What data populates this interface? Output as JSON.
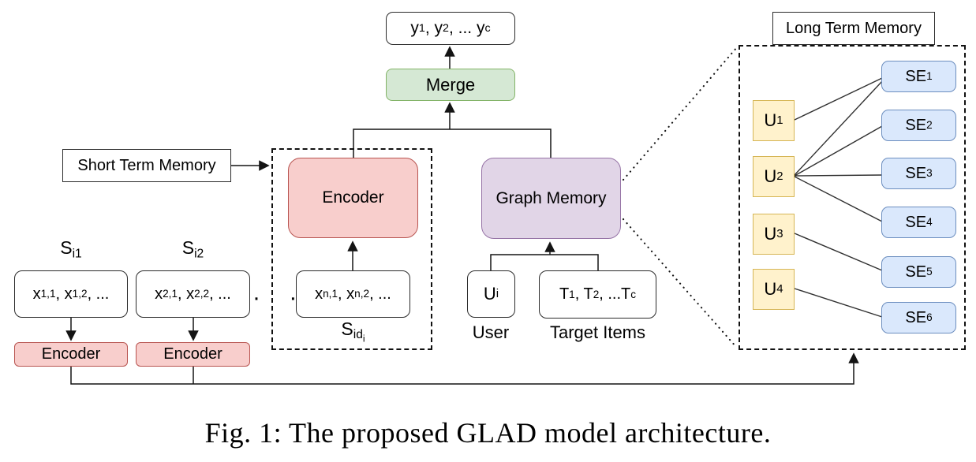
{
  "figure": {
    "caption": "Fig. 1: The proposed GLAD model architecture.",
    "output_box": "y<sub>1</sub>, y<sub>2</sub>, ... y<sub>c</sub>",
    "merge": "Merge",
    "short_term_memory": {
      "label": "Short Term Memory",
      "encoder": "Encoder",
      "current_session_tokens": "x<sub>n,1</sub>, x<sub>n,2</sub>, ...",
      "current_session_title": "S<sub>id<sub>i</sub></sub>"
    },
    "graph_memory": "Graph Memory",
    "sessions": [
      {
        "title": "S<sub>i1</sub>",
        "tokens": "x<sub>1,1</sub>, x<sub>1,2</sub>, ...",
        "encoder": "Encoder"
      },
      {
        "title": "S<sub>i2</sub>",
        "tokens": "x<sub>2,1</sub>, x<sub>2,2</sub>, ...",
        "encoder": "Encoder"
      }
    ],
    "session_ellipsis": "· ·",
    "inputs": {
      "user_box": "U<sub>i</sub>",
      "user_caption": "User",
      "target_box": "T<sub>1</sub>, T<sub>2</sub>, ...T<sub>c</sub>",
      "target_caption": "Target Items"
    },
    "long_term_memory": {
      "label": "Long Term Memory",
      "users": [
        "U<sub>1</sub>",
        "U<sub>2</sub>",
        "U<sub>3</sub>",
        "U<sub>4</sub>"
      ],
      "session_embeddings": [
        "SE<sub>1</sub>",
        "SE<sub>2</sub>",
        "SE<sub>3</sub>",
        "SE<sub>4</sub>",
        "SE<sub>5</sub>",
        "SE<sub>6</sub>"
      ],
      "edges": [
        {
          "from": "U1",
          "to": "SE1"
        },
        {
          "from": "U2",
          "to": "SE1"
        },
        {
          "from": "U2",
          "to": "SE2"
        },
        {
          "from": "U2",
          "to": "SE3"
        },
        {
          "from": "U2",
          "to": "SE4"
        },
        {
          "from": "U3",
          "to": "SE5"
        },
        {
          "from": "U4",
          "to": "SE6"
        }
      ]
    },
    "colors": {
      "encoder_fill": "#f8cecc",
      "encoder_stroke": "#b85450",
      "merge_fill": "#d5e8d4",
      "merge_stroke": "#82b366",
      "graph_memory_fill": "#e1d5e7",
      "graph_memory_stroke": "#9673a6",
      "ltm_user_fill": "#fff2cc",
      "ltm_user_stroke": "#d6b656",
      "ltm_se_fill": "#dae8fc",
      "ltm_se_stroke": "#6c8ebf"
    }
  }
}
